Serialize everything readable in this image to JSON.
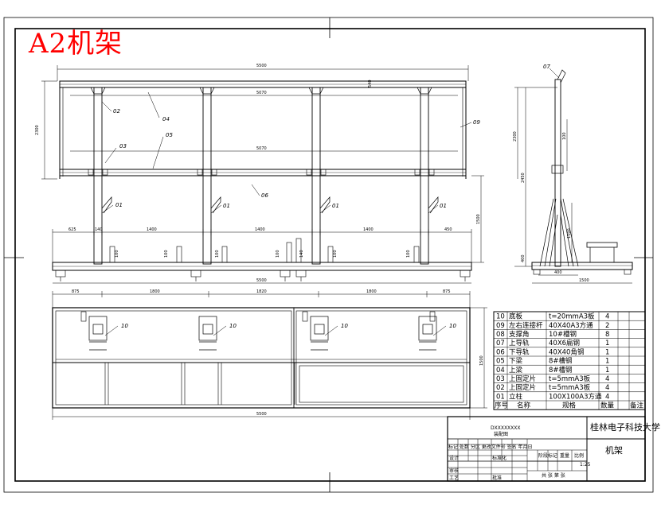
{
  "drawing": {
    "title_mark": "A2机架",
    "colors": {
      "title_mark": "#ff0000",
      "line": "#000000",
      "paper": "#ffffff"
    }
  },
  "front_view": {
    "dims": [
      "5500",
      "2300",
      "5070",
      "5070",
      "625",
      "140",
      "1400",
      "1400",
      "1400",
      "450",
      "1500",
      "5500",
      "540",
      "140"
    ],
    "small_dims": [
      "100",
      "100",
      "100",
      "100",
      "100",
      "100"
    ],
    "callouts": [
      "02",
      "04",
      "03",
      "05",
      "09",
      "06",
      "01",
      "01",
      "01",
      "01"
    ]
  },
  "side_view": {
    "callouts": [
      "07"
    ],
    "dims": [
      "2300",
      "2450",
      "100",
      "1500",
      "400",
      "400",
      "1500"
    ]
  },
  "plan_view": {
    "dims": [
      "875",
      "1800",
      "1820",
      "1800",
      "875",
      "1500",
      "5500"
    ],
    "callouts": [
      "10",
      "10",
      "10",
      "10"
    ]
  },
  "bom": {
    "rows": [
      {
        "no": "10",
        "name": "底板",
        "spec": "t=20mmA3板",
        "qty": "4"
      },
      {
        "no": "09",
        "name": "左右连接杆",
        "spec": "40X40A3方通",
        "qty": "2"
      },
      {
        "no": "08",
        "name": "支撑角",
        "spec": "10#槽钢",
        "qty": "8"
      },
      {
        "no": "07",
        "name": "上导轨",
        "spec": "40X6扁钢",
        "qty": "1"
      },
      {
        "no": "06",
        "name": "下导轨",
        "spec": "40X40角钢",
        "qty": "1"
      },
      {
        "no": "05",
        "name": "下梁",
        "spec": "8#槽钢",
        "qty": "1"
      },
      {
        "no": "04",
        "name": "上梁",
        "spec": "8#槽钢",
        "qty": "1"
      },
      {
        "no": "03",
        "name": "上固定片",
        "spec": "t=5mmA3板",
        "qty": "4"
      },
      {
        "no": "02",
        "name": "上固定片",
        "spec": "t=5mmA3板",
        "qty": "4"
      },
      {
        "no": "01",
        "name": "立柱",
        "spec": "100X100A3方通",
        "qty": "4"
      }
    ],
    "header": {
      "no": "序号",
      "name": "名称",
      "spec": "规格",
      "qty": "数量",
      "remark": "备注"
    }
  },
  "title_block": {
    "drawing_no": "DXXXXXXXX",
    "drawing_sub": "装配图",
    "school": "桂林电子科技大学",
    "part_name": "机架",
    "scale": "1:25",
    "stage_labels": "阶段标记",
    "weight": "重量",
    "ratio": "比例",
    "row_label": "标记 处数 分区 更改文件号 签名 年月日",
    "design": "设计",
    "standard": "标准化",
    "review": "审核",
    "craft": "工艺",
    "approve": "批准",
    "sheet": "共 张 第 张"
  }
}
